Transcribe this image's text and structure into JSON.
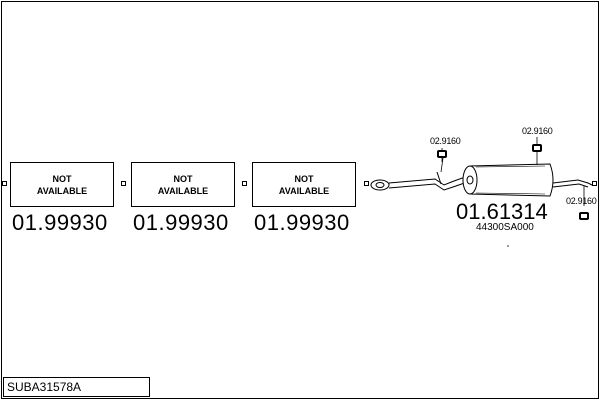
{
  "sections": [
    {
      "line1": "NOT",
      "line2": "AVAILABLE",
      "part_number": "01.99930"
    },
    {
      "line1": "NOT",
      "line2": "AVAILABLE",
      "part_number": "01.99930"
    },
    {
      "line1": "NOT",
      "line2": "AVAILABLE",
      "part_number": "01.99930"
    }
  ],
  "silencer": {
    "part_number": "01.61314",
    "oem_number": "44300SA000"
  },
  "hangers": [
    {
      "label": "02.9160"
    },
    {
      "label": "02.9160"
    },
    {
      "label": "02.9160"
    }
  ],
  "footer": {
    "code": "SUBA31578A"
  }
}
